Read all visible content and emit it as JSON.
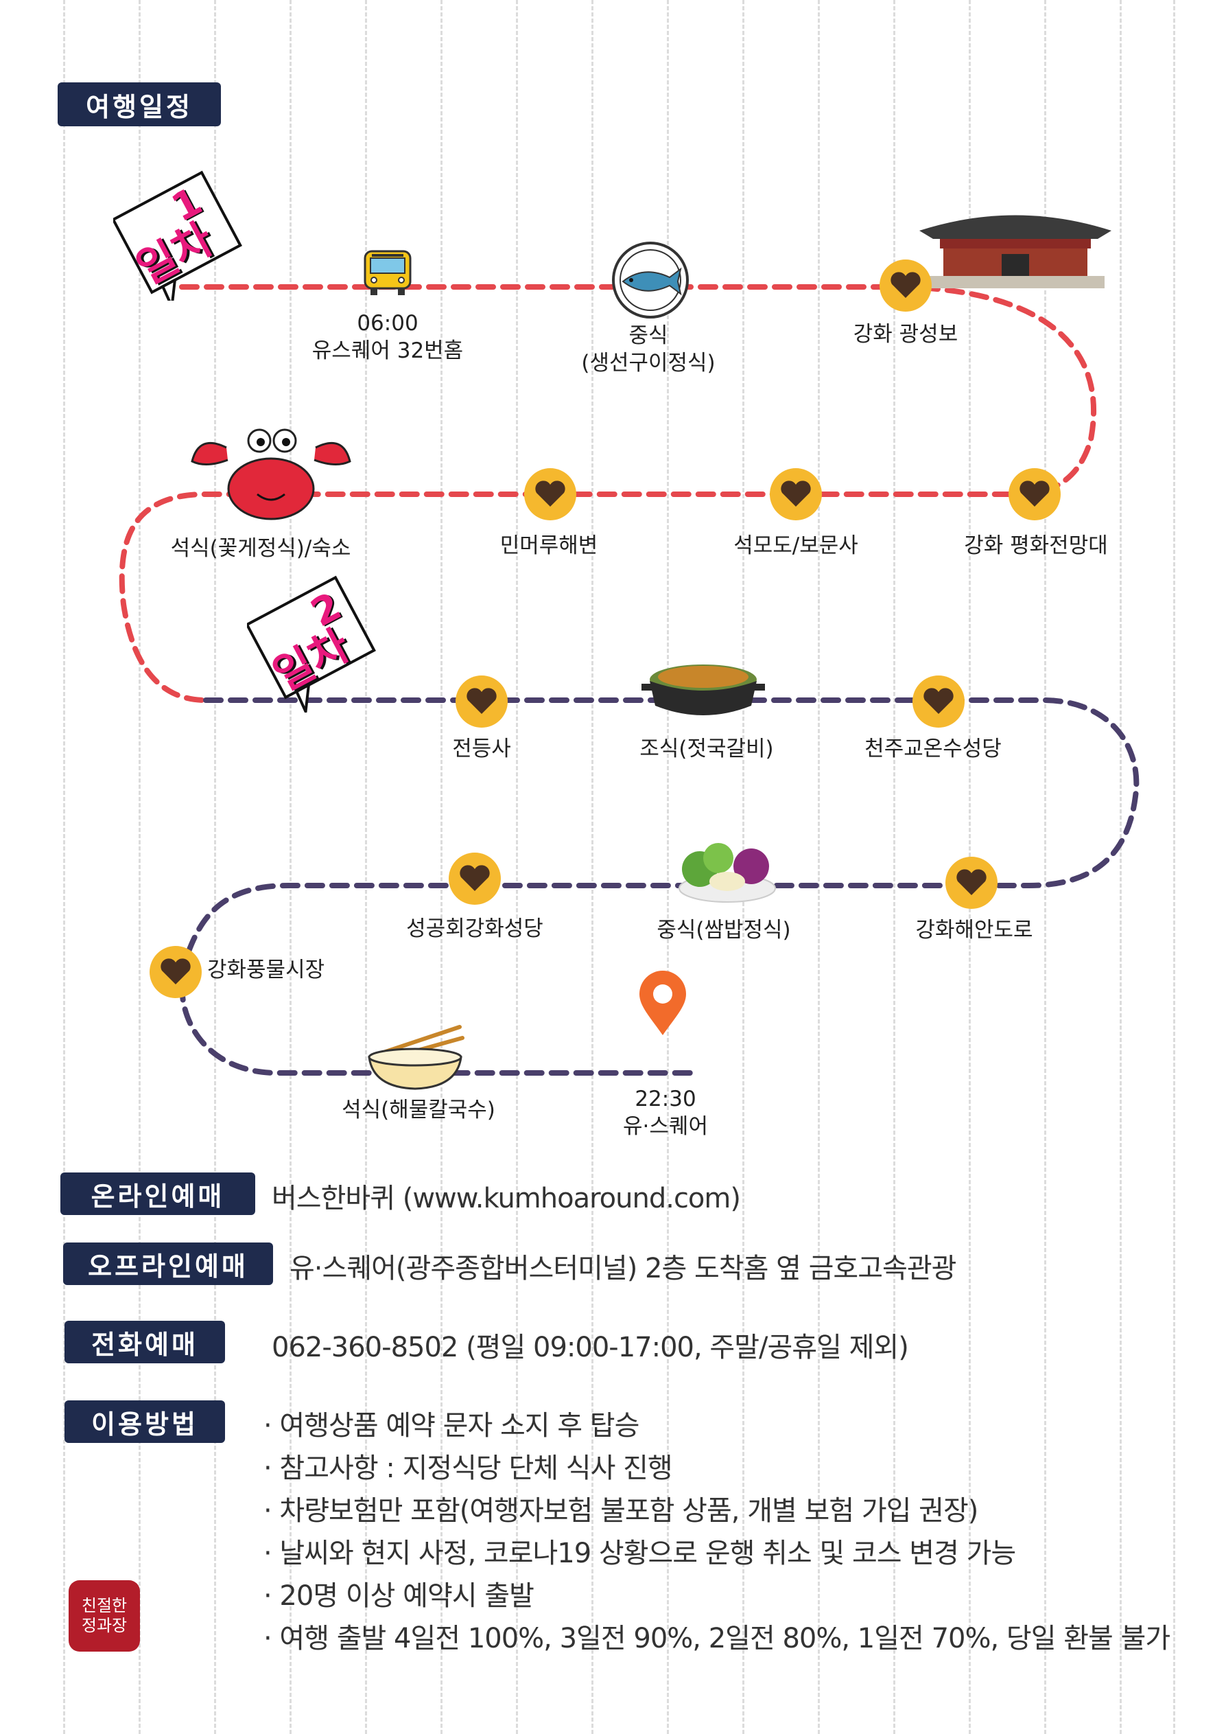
{
  "section_title": "여행일정",
  "day1_badge": {
    "number": "1",
    "label": "일차"
  },
  "day2_badge": {
    "number": "2",
    "label": "일차"
  },
  "stops": {
    "bus": {
      "time": "06:00",
      "place": "유스퀘어 32번홈",
      "icon": "bus-icon"
    },
    "lunch1": {
      "line1": "중식",
      "line2": "(생선구이정식)",
      "icon": "fish-icon"
    },
    "gwangseongbo": {
      "label": "강화 광성보",
      "icon": "heart-pin-icon"
    },
    "peace_obs": {
      "label": "강화 평화전망대",
      "icon": "heart-pin-icon"
    },
    "seokmodo": {
      "label": "석모도/보문사",
      "icon": "heart-pin-icon"
    },
    "minmeoru": {
      "label": "민머루해변",
      "icon": "heart-pin-icon"
    },
    "dinner1": {
      "label": "석식(꽃게정식)/숙소",
      "icon": "crab-icon"
    },
    "jeondeungsa": {
      "label": "전등사",
      "icon": "heart-pin-icon"
    },
    "breakfast": {
      "label": "조식(젓국갈비)",
      "icon": "hotpot-icon"
    },
    "onsu": {
      "label": "천주교온수성당",
      "icon": "heart-pin-icon"
    },
    "coastal_road": {
      "label": "강화해안도로",
      "icon": "heart-pin-icon"
    },
    "lunch2": {
      "label": "중식(쌈밥정식)",
      "icon": "salad-icon"
    },
    "anglican": {
      "label": "성공회강화성당",
      "icon": "heart-pin-icon"
    },
    "market": {
      "label": "강화풍물시장",
      "icon": "heart-pin-icon"
    },
    "dinner2": {
      "label": "석식(해물칼국수)",
      "icon": "noodle-bowl-icon"
    },
    "arrival": {
      "time": "22:30",
      "place": "유·스퀘어",
      "icon": "location-pin-icon"
    }
  },
  "info": {
    "online": {
      "label": "온라인예매",
      "text": "버스한바퀴 (www.kumhoaround.com)"
    },
    "offline": {
      "label": "오프라인예매",
      "text": "유·스퀘어(광주종합버스터미널) 2층 도착홈 옆 금호고속관광"
    },
    "phone": {
      "label": "전화예매",
      "text": "062-360-8502 (평일 09:00-17:00, 주말/공휴일 제외)"
    },
    "usage": {
      "label": "이용방법",
      "notes": [
        "· 여행상품 예약 문자 소지 후 탑승",
        "· 참고사항 : 지정식당 단체 식사 진행",
        "· 차량보험만 포함(여행자보험 불포함 상품, 개별 보험 가입 권장)",
        "· 날씨와 현지 사정, 코로나19 상황으로 운행 취소 및 코스 변경 가능",
        "· 20명 이상 예약시 출발",
        "· 여행 출발 4일전 100%, 3일전 90%,  2일전 80%, 1일전 70%, 당일 환불 불가"
      ]
    }
  },
  "stamp": {
    "line1": "친절한",
    "line2": "정과장"
  },
  "colors": {
    "navy": "#1f2b4d",
    "route_day1": "#e5484d",
    "route_day2": "#4a3f6b",
    "heart_pin": "#f5b82e",
    "magenta": "#e8197d",
    "pin_orange": "#f26b2b"
  }
}
